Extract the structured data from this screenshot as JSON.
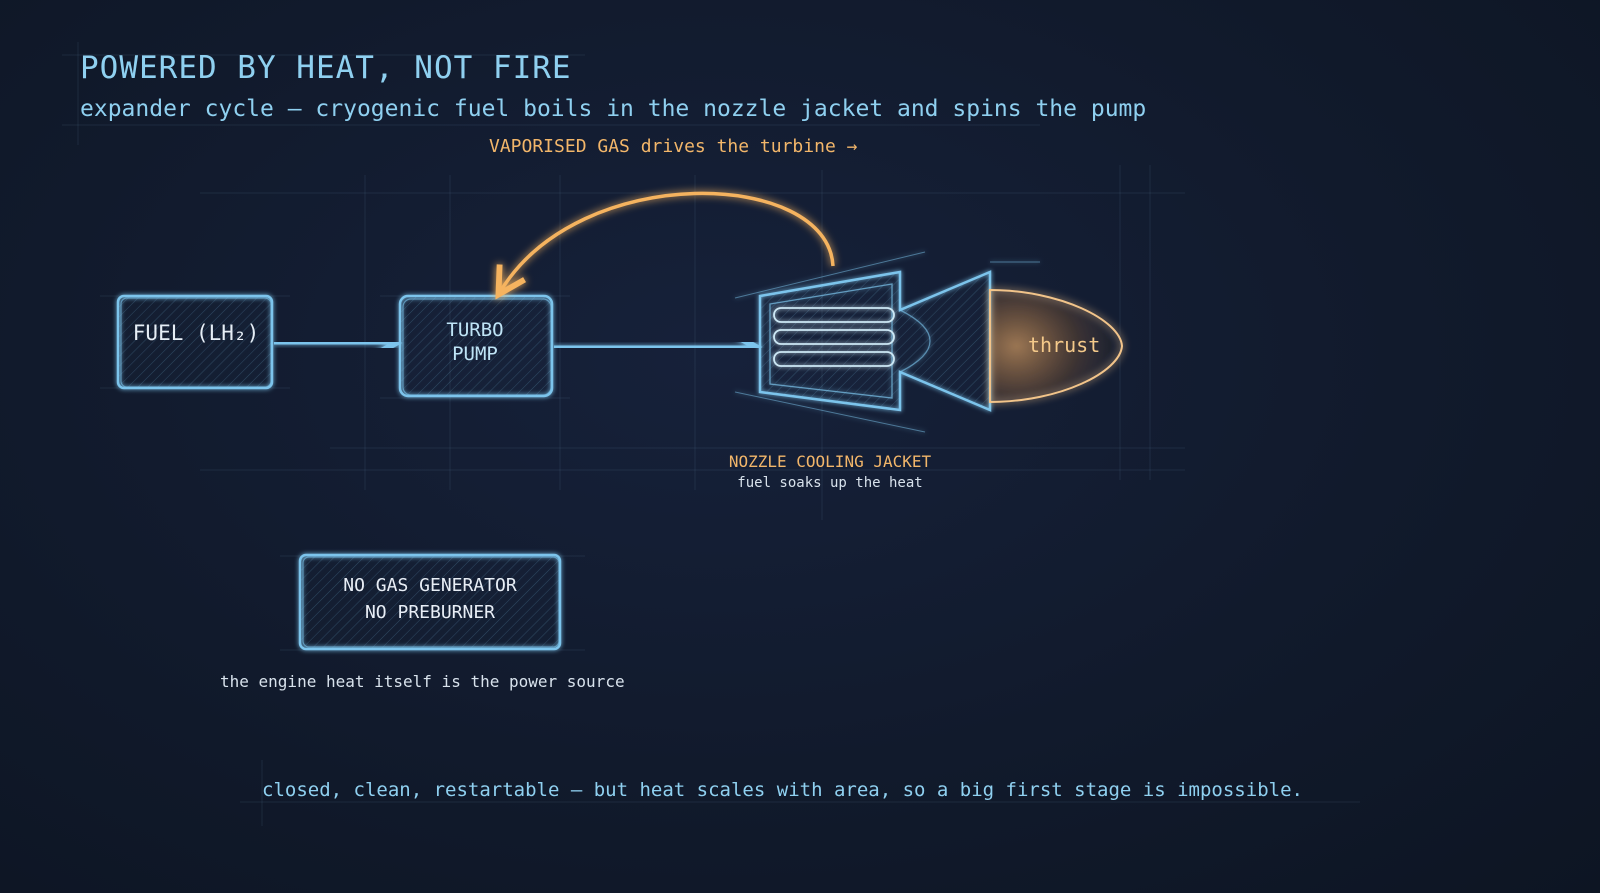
{
  "title": "POWERED BY HEAT, NOT FIRE",
  "subtitle": "expander cycle — cryogenic fuel boils in the nozzle jacket and spins the pump",
  "turbine_caption": "VAPORISED GAS drives the turbine →",
  "nodes": {
    "fuel": "FUEL (LH₂)",
    "pump_line1": "TURBO",
    "pump_line2": "PUMP",
    "thrust": "thrust"
  },
  "jacket": {
    "label": "NOZZLE COOLING JACKET",
    "sub": "fuel soaks up the heat"
  },
  "note": {
    "line1": "NO GAS GENERATOR",
    "line2": "NO PREBURNER",
    "sub": "the engine heat itself is the power source"
  },
  "footer": "closed, clean, restartable — but heat scales with area, so a big first stage is impossible.",
  "colors": {
    "background": "#111a2b",
    "sketch_blue": "#7cc4ec",
    "accent_orange": "#f2b66a",
    "text_light": "#e6eef6"
  }
}
